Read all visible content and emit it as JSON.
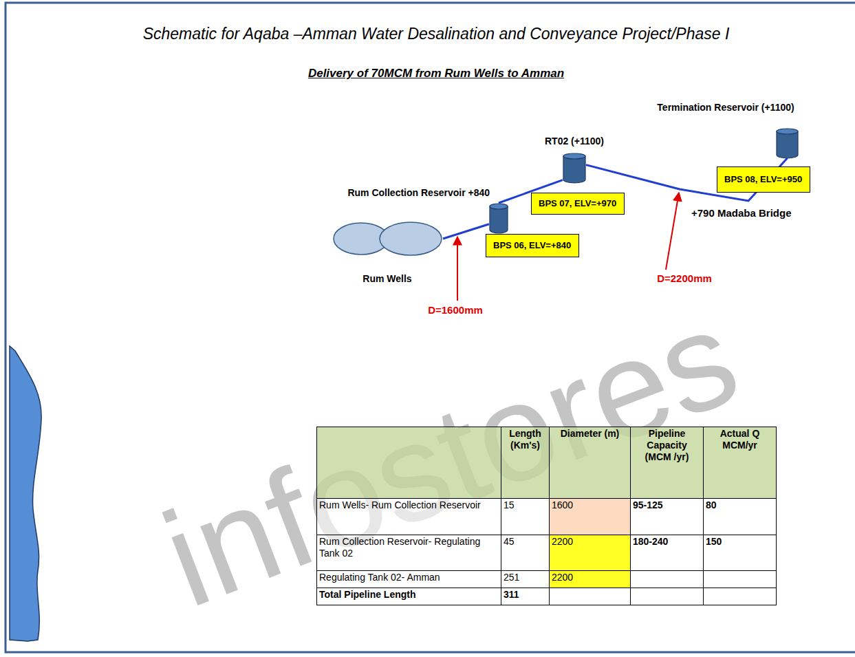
{
  "diagram": {
    "title": "Schematic for Aqaba –Amman Water Desalination and Conveyance Project/Phase I",
    "nodes": [
      {
        "text": [
          "Rum Wells"
        ]
      },
      {
        "text": [
          "Rum Collection Reservoir +840"
        ]
      },
      {
        "text": [
          "BPS 06, ELV=+840"
        ]
      },
      {
        "text": [
          "RT02 (+1100)"
        ]
      },
      {
        "text": [
          "BPS 07, ELV=+970"
        ]
      },
      {
        "text": [
          "Termination Reservoir (+1100)"
        ]
      },
      {
        "text": [
          "BPS 08, ELV=+950"
        ]
      }
    ],
    "edges": [
      {
        "from": 0,
        "to": 1,
        "arrow": "none"
      },
      {
        "from": 1,
        "to": 3,
        "arrow": "none"
      },
      {
        "from": 3,
        "to": 5,
        "arrow": "none"
      }
    ],
    "labels": [
      "Delivery of 70MCM from Rum Wells to Amman",
      "+790 Madaba Bridge",
      "D=1600mm",
      "D=2200mm",
      "infostores",
      "Length (Km's)",
      "Diameter (m)",
      "Pipeline Capacity (MCM /yr)",
      "Actual Q MCM/yr",
      "Rum Wells- Rum Collection Reservoir",
      "15",
      "1600",
      "95-125",
      "80",
      "Rum Collection Reservoir- Regulating Tank 02",
      "45",
      "2200",
      "180-240",
      "150",
      "Regulating Tank 02- Amman",
      "251",
      "2200",
      "Total Pipeline Length",
      "311"
    ]
  }
}
